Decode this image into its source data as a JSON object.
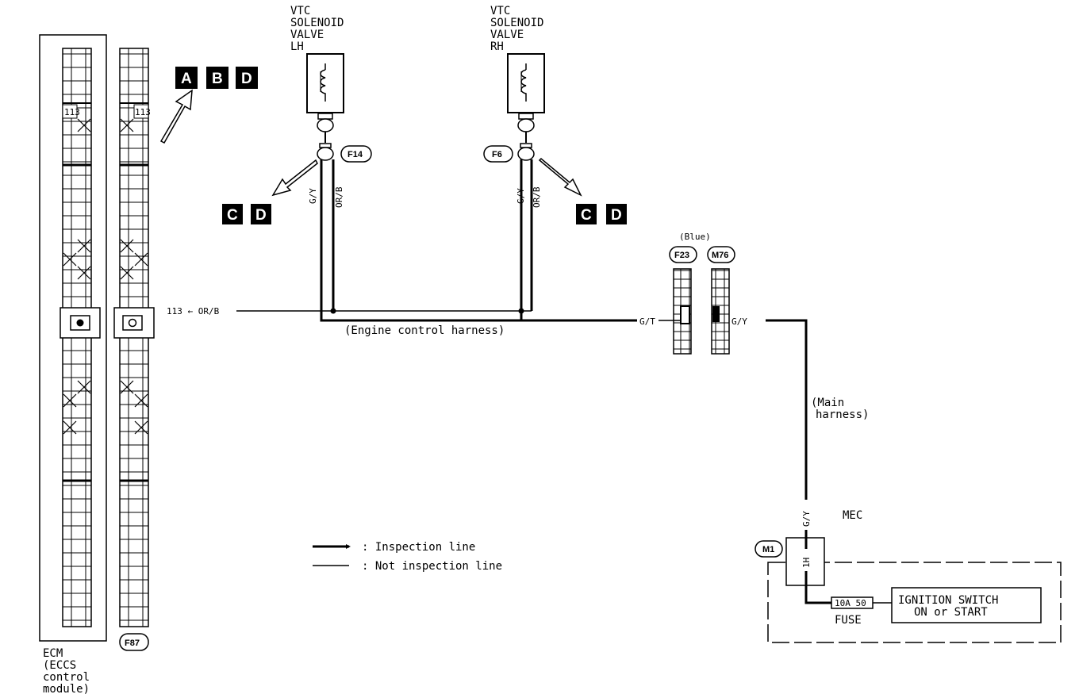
{
  "ecm": {
    "label_lines": [
      "ECM",
      "(ECCS",
      "control",
      "module)"
    ],
    "pin_left": "113",
    "pin_right": "113",
    "connector": "F87"
  },
  "ref_badges_top": [
    "A",
    "B",
    "D"
  ],
  "solenoid_lh": {
    "title_lines": [
      "VTC",
      "SOLENOID",
      "VALVE",
      "LH"
    ],
    "connector": "F14",
    "wires": [
      "G/Y",
      "OR/B"
    ],
    "ref_badges": [
      "C",
      "D"
    ]
  },
  "solenoid_rh": {
    "title_lines": [
      "VTC",
      "SOLENOID",
      "VALVE",
      "RH"
    ],
    "connector": "F6",
    "wires": [
      "G/Y",
      "OR/B"
    ],
    "ref_badges": [
      "C",
      "D"
    ]
  },
  "ecm_wire_label": "113 ← OR/B",
  "engine_harness_label": "(Engine control harness)",
  "joint_connector": {
    "color_label": "(Blue)",
    "left": "F23",
    "right": "M76",
    "left_wire": "G/T",
    "right_wire": "G/Y"
  },
  "main_harness_label": [
    "(Main",
    "harness)"
  ],
  "mec": {
    "label": "MEC",
    "connector": "M1",
    "pin": "1H",
    "wire": "G/Y"
  },
  "fuse": {
    "rating": "10A 50",
    "label": "FUSE"
  },
  "ignition_switch": [
    "IGNITION SWITCH",
    "ON or START"
  ],
  "legend": {
    "inspection": ": Inspection line",
    "not_inspection": ": Not inspection line"
  }
}
